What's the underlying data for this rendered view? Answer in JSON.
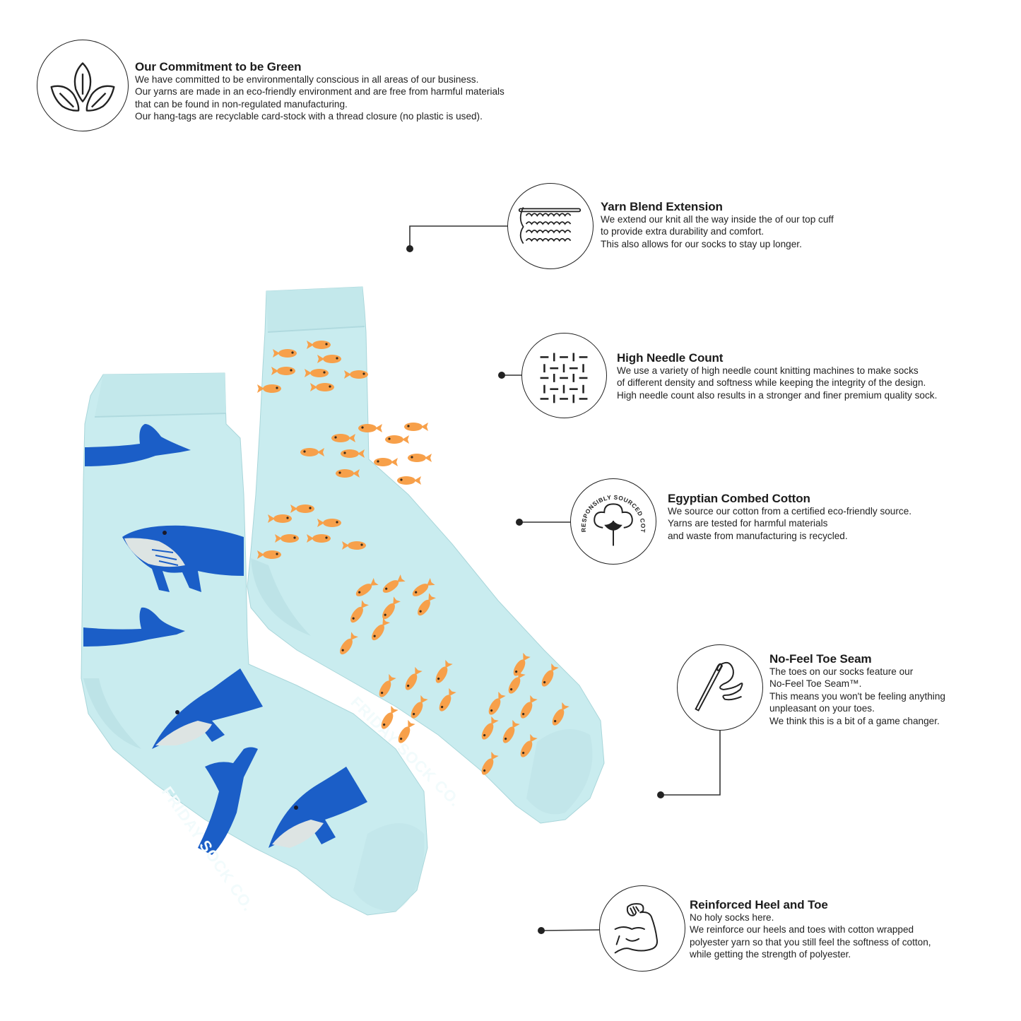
{
  "palette": {
    "sock_base": "#c9ecef",
    "sock_shade": "#b6e0e4",
    "whale_blue": "#1b5ec7",
    "whale_belly": "#dde4e3",
    "fish_orange": "#f7a04a",
    "line": "#222222",
    "text": "#1c1c1c"
  },
  "green_commitment": {
    "icon": "leaf-icon",
    "title": "Our Commitment to be Green",
    "lines": [
      "We have committed to be environmentally conscious in all areas of our business.",
      "Our yarns are made in an eco-friendly environment and are free from harmful materials",
      "that can be found in non-regulated manufacturing.",
      "Our hang-tags are recyclable card-stock with a thread closure (no plastic is used)."
    ]
  },
  "features": [
    {
      "icon": "knit-stitch-icon",
      "title": "Yarn Blend Extension",
      "lines": [
        "We extend our knit all the way inside the of our top cuff",
        "to provide extra durability and comfort.",
        "This also allows for our socks to stay up longer."
      ]
    },
    {
      "icon": "weave-pattern-icon",
      "title": "High Needle Count",
      "lines": [
        "We use a variety of high needle count knitting machines to make socks",
        "of different density and softness while keeping the integrity of the design.",
        "High needle count also results in a stronger and finer premium quality sock."
      ]
    },
    {
      "icon": "cotton-flower-icon",
      "badge_text": "RESPONSIBLY SOURCED COTTON",
      "title": "Egyptian Combed Cotton",
      "lines": [
        "We source our cotton from a certified eco-friendly source.",
        "Yarns are tested for harmful materials",
        "and waste from manufacturing is recycled."
      ]
    },
    {
      "icon": "needle-thread-icon",
      "title": "No-Feel Toe Seam",
      "lines": [
        "The toes on our socks feature our",
        "No-Feel Toe Seam™.",
        "This means you won't be feeling anything",
        "unpleasant on your toes.",
        "We think this is a bit of a game changer."
      ]
    },
    {
      "icon": "flexed-arm-icon",
      "title": "Reinforced Heel and Toe",
      "lines": [
        "No holy socks here.",
        "We reinforce our heels and toes with cotton wrapped",
        "polyester yarn so that you still feel the softness of cotton,",
        "while getting the strength of polyester."
      ]
    }
  ],
  "product": {
    "brand_print": "FRIDAY SOCK CO.",
    "left_sock_motif": "whales",
    "right_sock_motif": "orange fish school"
  }
}
